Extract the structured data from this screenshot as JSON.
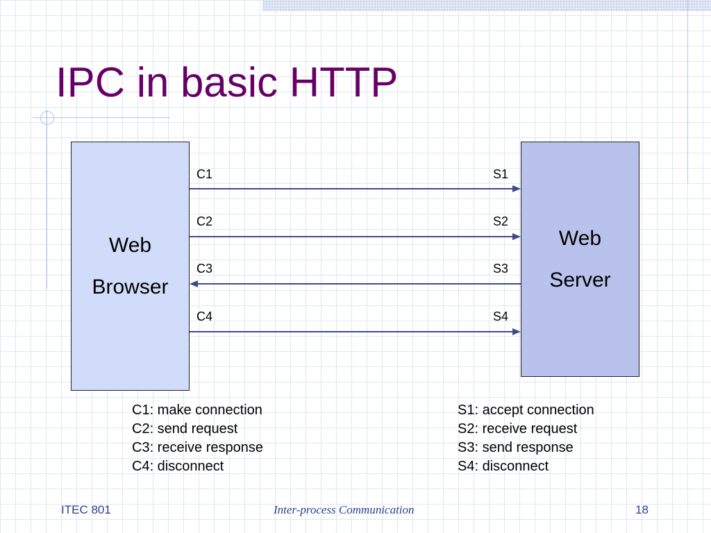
{
  "slide": {
    "title": "IPC in basic HTTP"
  },
  "diagram": {
    "client_box": {
      "line1": "Web",
      "line2": "Browser"
    },
    "server_box": {
      "line1": "Web",
      "line2": "Server"
    },
    "steps": [
      {
        "client": "C1",
        "server": "S1",
        "direction": "client-to-server"
      },
      {
        "client": "C2",
        "server": "S2",
        "direction": "client-to-server"
      },
      {
        "client": "C3",
        "server": "S3",
        "direction": "server-to-client"
      },
      {
        "client": "C4",
        "server": "S4",
        "direction": "client-to-server"
      }
    ],
    "arrow_color": "#3f4a8a",
    "client_box_color": "#d0dcfa",
    "server_box_color": "#b9c2ec"
  },
  "legend": {
    "client": [
      "C1: make connection",
      "C2: send request",
      "C3: receive response",
      "C4: disconnect"
    ],
    "server": [
      "S1: accept connection",
      "S2: receive request",
      "S3: send response",
      "S4: disconnect"
    ]
  },
  "footer": {
    "course": "ITEC 801",
    "topic": "Inter-process Communication",
    "page_number": "18"
  },
  "colors": {
    "title": "#660066",
    "footer_text": "#2a3f8f",
    "grid": "#dfe6f3"
  }
}
